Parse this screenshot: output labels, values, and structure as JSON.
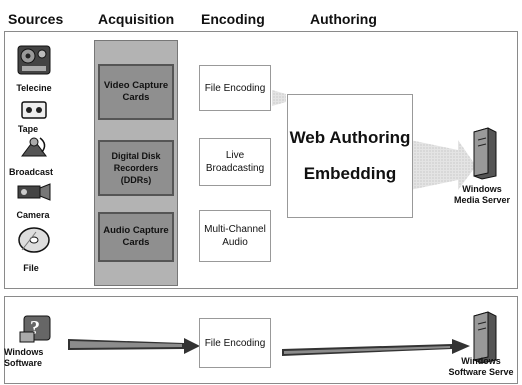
{
  "headers": {
    "sources": "Sources",
    "acquisition": "Acquisition",
    "encoding": "Encoding",
    "authoring": "Authoring"
  },
  "sources": {
    "telecine": "Telecine",
    "tape": "Tape",
    "broadcast": "Broadcast",
    "camera": "Camera",
    "file": "File"
  },
  "acquisition": {
    "video": "Video Capture Cards",
    "ddr": "Digital Disk Recorders (DDRs)",
    "audio": "Audio Capture Cards"
  },
  "encoding": {
    "file": "File Encoding",
    "live": "Live Broadcasting",
    "multi": "Multi-Channel Audio"
  },
  "authoring": {
    "line1": "Web Authoring",
    "line2": "Embedding"
  },
  "server_top": {
    "line1": "Windows",
    "line2": "Media Server"
  },
  "bottom": {
    "software_line1": "Windows",
    "software_line2": "Software",
    "encoding": "File Encoding",
    "server_line1": "Windows",
    "server_line2": "Software Serve"
  },
  "colors": {
    "acquisition_fill": "#b3b3b3",
    "capture_fill": "#8f8f8f",
    "panel_border": "#8a8a8a"
  }
}
